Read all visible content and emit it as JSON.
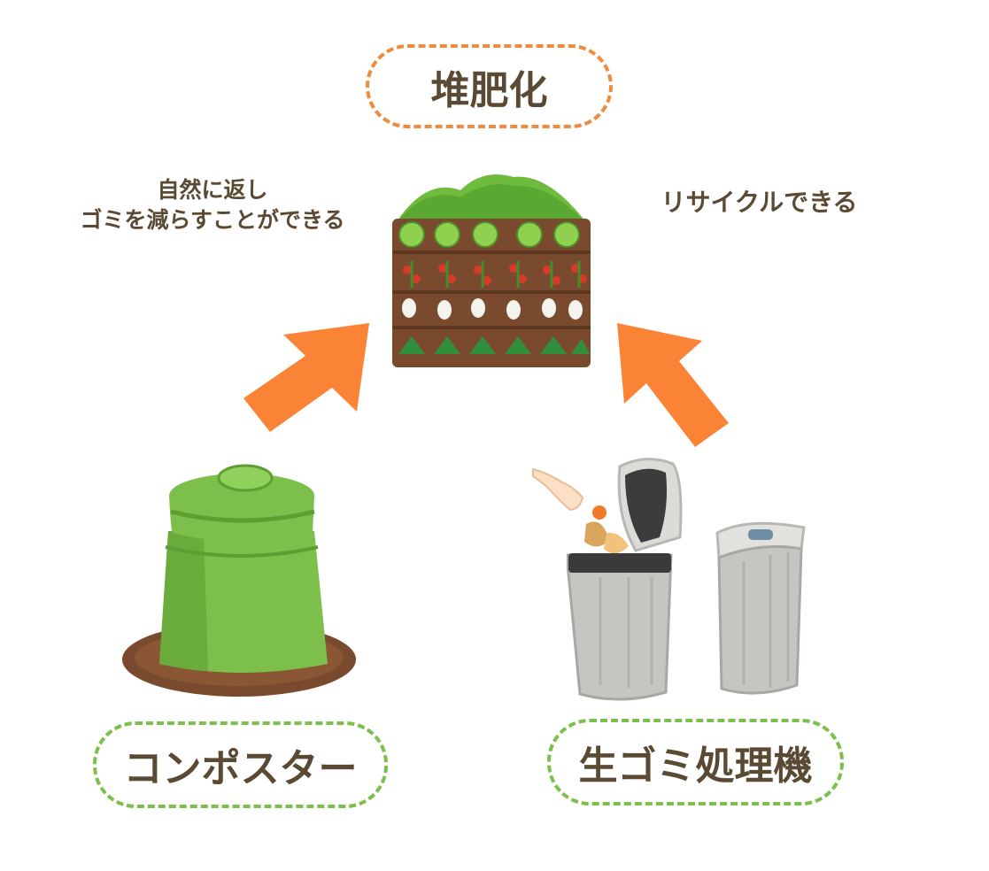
{
  "top_label": "堆肥化",
  "left_caption": {
    "line1": "自然に返し",
    "line2": "ゴミを減らすことができる"
  },
  "right_caption": "リサイクルできる",
  "bottom_left_label": "コンポスター",
  "bottom_right_label": "生ゴミ処理機",
  "colors": {
    "arrow": "#fb8335",
    "label_text": "#5a4a33",
    "dashed_orange": "#f08a3c",
    "dashed_green": "#7cbf4a",
    "composter_green": "#7cbf4a",
    "soil": "#7a4a2e"
  },
  "icons": [
    "field-cross-section-icon",
    "composter-bin-icon",
    "food-waste-processor-icon",
    "hand-icon",
    "arrow-up-right-icon",
    "arrow-up-left-icon"
  ]
}
